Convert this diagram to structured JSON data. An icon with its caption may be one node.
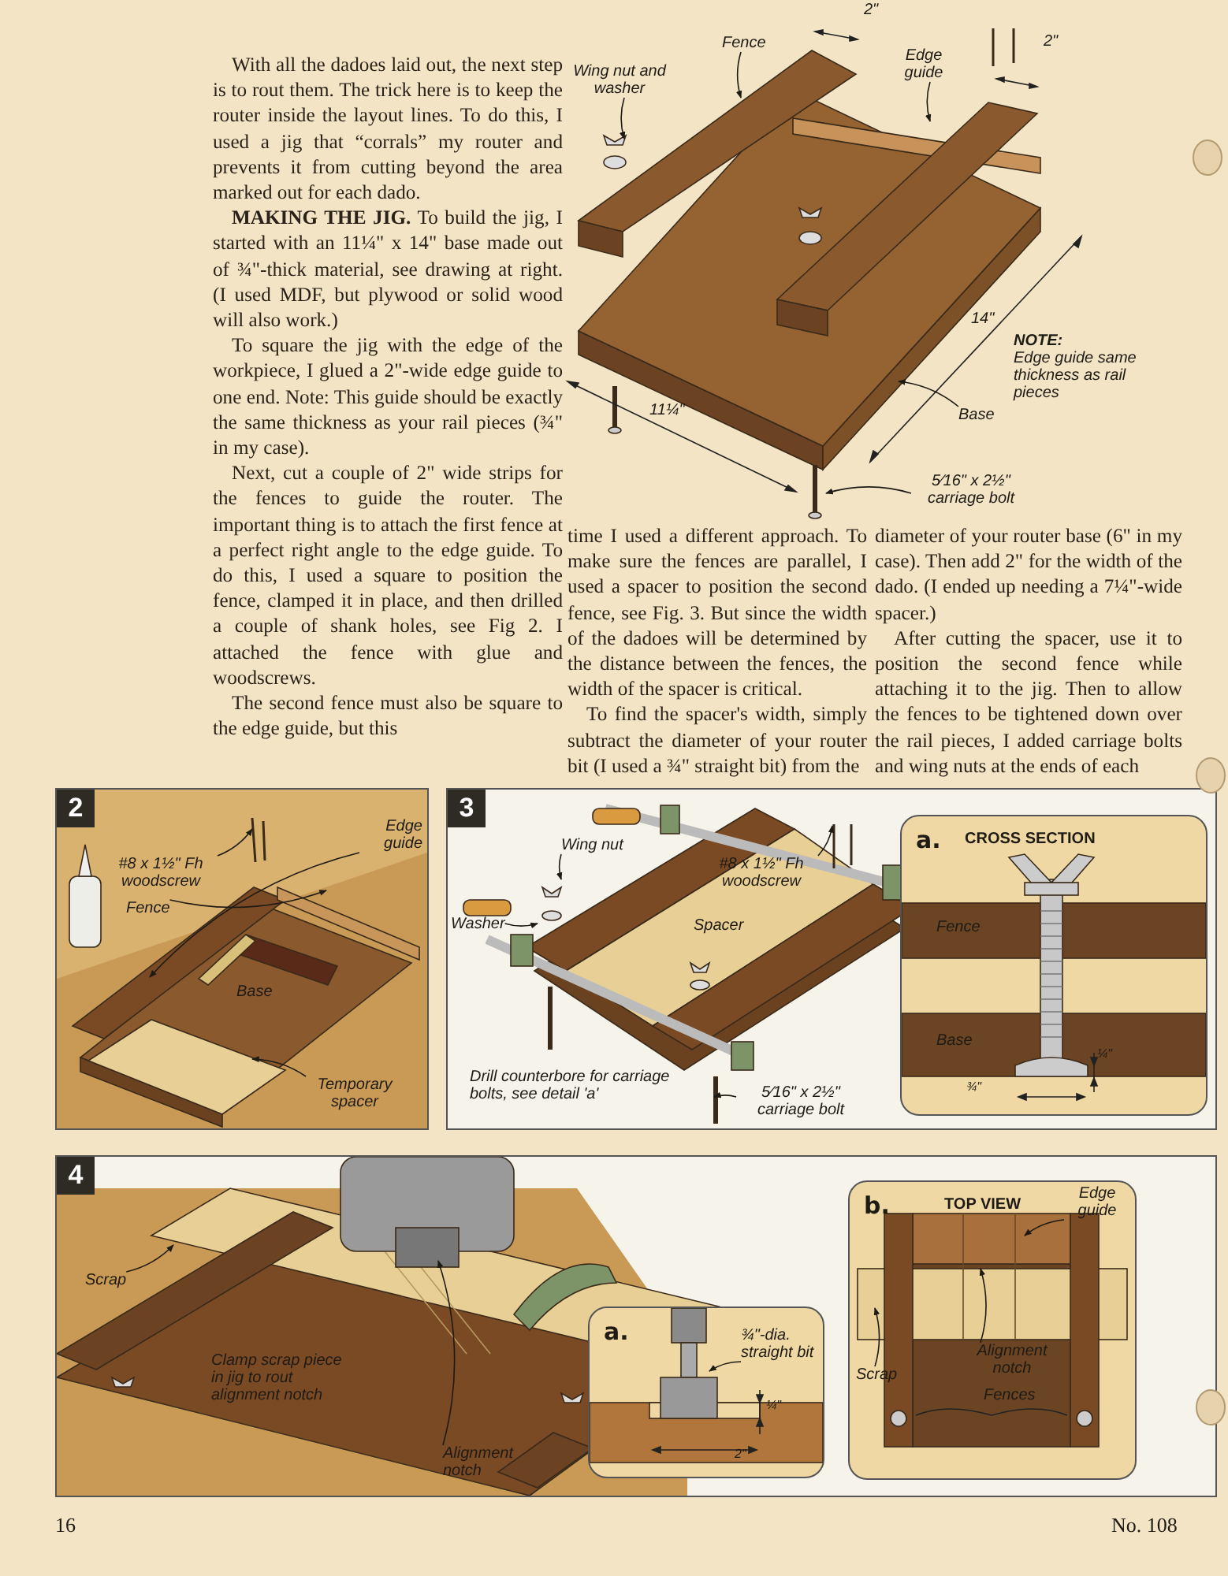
{
  "diagram": {
    "nodes": [
      {
        "text": [
          "Fence"
        ]
      },
      {
        "text": [
          "Edge guide"
        ]
      },
      {
        "text": [
          "Wing nut and washer"
        ]
      },
      {
        "text": [
          "Base"
        ]
      },
      {
        "text": [
          "5⁄16\" x 2½\" carriage bolt"
        ]
      },
      {
        "text": [
          "2"
        ]
      },
      {
        "text": [
          "#8 x 1½\" Fh woodscrew"
        ],
        "in": 5
      },
      {
        "text": [
          "Edge guide"
        ],
        "in": 5
      },
      {
        "text": [
          "Fence"
        ],
        "in": 5
      },
      {
        "text": [
          "Temporary spacer"
        ],
        "in": 5
      },
      {
        "text": [
          "3"
        ]
      },
      {
        "text": [
          "Wing nut"
        ],
        "in": 10
      },
      {
        "text": [
          "Washer"
        ],
        "in": 10
      },
      {
        "text": [
          "#8 x 1½\" Fh woodscrew"
        ],
        "in": 10
      },
      {
        "text": [
          "5⁄16\" x 2½\" carriage bolt"
        ],
        "in": 10
      },
      {
        "text": [
          "a.",
          "CROSS SECTION"
        ],
        "in": 10
      },
      {
        "text": [
          "4"
        ]
      },
      {
        "text": [
          "Scrap"
        ],
        "in": 16
      },
      {
        "text": [
          "Alignment notch"
        ],
        "in": 16
      },
      {
        "text": [
          "a."
        ],
        "in": 16
      },
      {
        "text": [
          "¾\"-dia. straight bit"
        ],
        "in": 19
      },
      {
        "text": [
          "b.",
          "TOP VIEW"
        ],
        "in": 16
      },
      {
        "text": [
          "Edge guide"
        ],
        "in": 21
      },
      {
        "text": [
          "Scrap"
        ],
        "in": 21
      },
      {
        "text": [
          "Alignment notch"
        ],
        "in": 21
      }
    ],
    "edges": [
      {
        "from": 0,
        "to": null,
        "arrow": "to"
      },
      {
        "from": 1,
        "to": null,
        "arrow": "to"
      },
      {
        "from": 2,
        "to": null,
        "arrow": "to"
      },
      {
        "from": 3,
        "to": null,
        "arrow": "to"
      },
      {
        "from": 4,
        "to": null,
        "arrow": "to"
      },
      {
        "from": 6,
        "to": null,
        "arrow": "to"
      },
      {
        "from": 7,
        "to": null,
        "arrow": "to"
      },
      {
        "from": 8,
        "to": null,
        "arrow": "to"
      },
      {
        "from": 9,
        "to": null,
        "arrow": "to"
      },
      {
        "from": 11,
        "to": null,
        "arrow": "to"
      },
      {
        "from": 12,
        "to": null,
        "arrow": "to"
      },
      {
        "from": 13,
        "to": null,
        "arrow": "to"
      },
      {
        "from": 14,
        "to": null,
        "arrow": "to"
      },
      {
        "from": 17,
        "to": null,
        "arrow": "to"
      },
      {
        "from": 18,
        "to": null,
        "arrow": "to"
      },
      {
        "from": 20,
        "to": null,
        "arrow": "to"
      },
      {
        "from": 22,
        "to": null,
        "arrow": "to"
      },
      {
        "from": 23,
        "to": null,
        "arrow": "to"
      },
      {
        "from": 24,
        "to": null,
        "arrow": "to"
      }
    ],
    "labels": [
      "With all the dadoes laid out, the next step is to rout them. The trick here is to keep the router inside the layout lines. To do this, I used a jig that “corrals” my router and prevents it from cutting beyond the area marked out for each dado.",
      "**MAKING THE JIG.** To build the jig, I started with an 11¼\" x 14\" base made out of ¾\"-thick material, see drawing at right. (I used MDF, but plywood or solid wood will also work.)",
      "To square the jig with the edge of the workpiece, I glued a 2\"-wide edge guide to one end. Note: This guide should be exactly the same thickness as your rail pieces (¾\" in my case).",
      "Next, cut a couple of 2\" wide strips for the fences to guide the router. The important thing is to attach the first fence at a perfect right angle to the edge guide. To do this, I used a square to position the fence, clamped it in place, and then drilled a couple of shank holes, see Fig 2. I attached the fence with glue and woodscrews.",
      "The second fence must also be square to the edge guide, but this",
      "time I used a different approach. To make sure the fences are parallel, I used a spacer to position the second fence, see Fig. 3. But since the width of the dadoes will be determined by the distance between the fences, the width of the spacer is critical.",
      "To find the spacer's width, simply subtract the diameter of your router bit (I used a ¾\" straight bit) from the",
      "diameter of your router base (6\" in my case). Then add 2\" for the width of the dado. (I ended up needing a 7¼\"-wide spacer.)",
      "After cutting the spacer, use it to position the second fence while attaching it to the jig. Then to allow the fences to be tightened down over the rail pieces, I added carriage bolts and wing nuts at the ends of each",
      "2\"",
      "2\"",
      "14\"",
      "NOTE:",
      "Edge guide same thickness as rail pieces",
      "11¼\"",
      "Base",
      "Spacer",
      "Drill counterbore for carriage bolts, see detail 'a'",
      "Fence",
      "Base",
      "¼\"",
      "¾\"",
      "Clamp scrap piece in jig to rout alignment notch",
      "¼\"",
      "2\"",
      "Fences",
      "16",
      "No. 108"
    ]
  }
}
